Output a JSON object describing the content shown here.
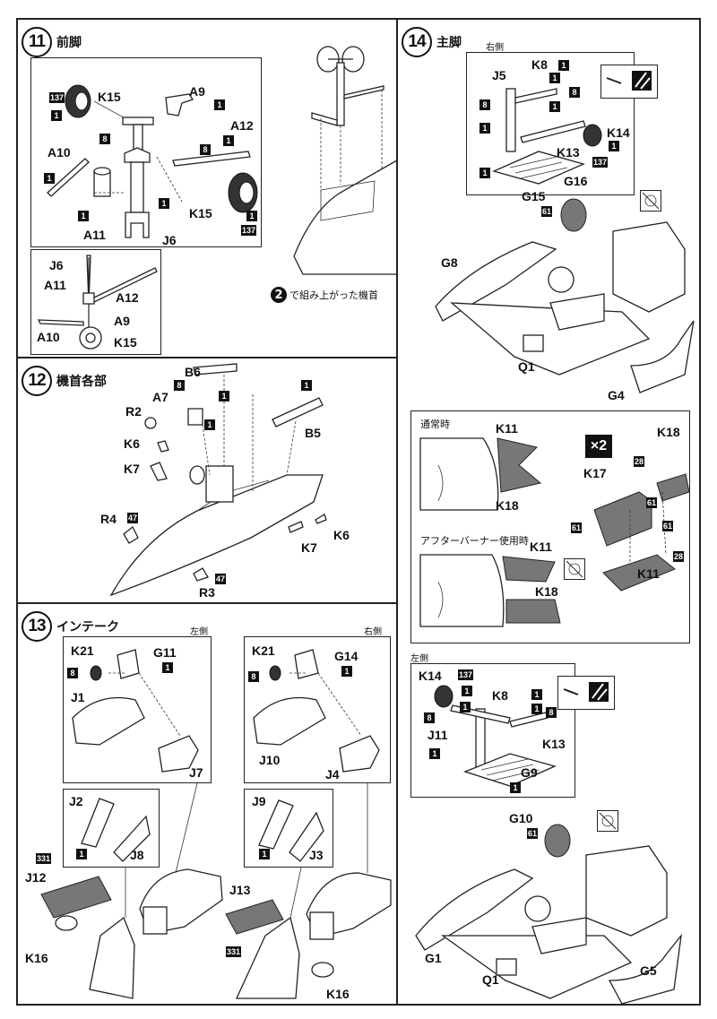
{
  "steps": {
    "s11": {
      "num": "11",
      "title": "前脚",
      "note_num": "2",
      "note_text": "で組み上がった機首"
    },
    "s12": {
      "num": "12",
      "title": "機首各部"
    },
    "s13": {
      "num": "13",
      "title": "インテーク",
      "left": "左側",
      "right": "右側"
    },
    "s14": {
      "num": "14",
      "title": "主脚",
      "right": "右側",
      "left": "左側",
      "normal": "通常時",
      "afterburner": "アフターバーナー使用時",
      "times": "×2"
    }
  },
  "labels": {
    "K15": "K15",
    "A9": "A9",
    "A10": "A10",
    "A11": "A11",
    "A12": "A12",
    "J6": "J6",
    "B6": "B6",
    "A7": "A7",
    "R2": "R2",
    "K6": "K6",
    "K7": "K7",
    "R4": "R4",
    "R3": "R3",
    "B5": "B5",
    "K21": "K21",
    "G11": "G11",
    "G14": "G14",
    "J1": "J1",
    "J7": "J7",
    "J10": "J10",
    "J4": "J4",
    "J2": "J2",
    "J8": "J8",
    "J9": "J9",
    "J3": "J3",
    "J12": "J12",
    "J13": "J13",
    "K16": "K16",
    "K8": "K8",
    "J5": "J5",
    "K14": "K14",
    "K13": "K13",
    "G16": "G16",
    "G15": "G15",
    "G8": "G8",
    "Q1": "Q1",
    "G4": "G4",
    "K11": "K11",
    "K18": "K18",
    "K17": "K17",
    "J11": "J11",
    "G9": "G9",
    "G10": "G10",
    "G1": "G1",
    "G5": "G5"
  },
  "paint_codes": {
    "c1": "1",
    "c8": "8",
    "c137": "137",
    "c47": "47",
    "c61": "61",
    "c28": "28",
    "c331": "331"
  }
}
